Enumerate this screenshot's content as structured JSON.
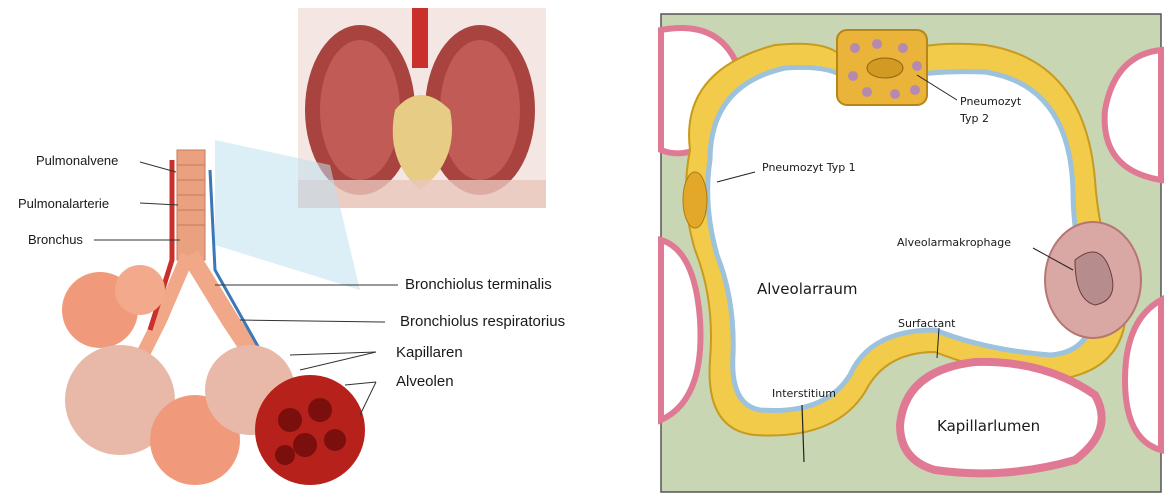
{
  "left_figure": {
    "labels": {
      "pulmonalvene": "Pulmonalvene",
      "pulmonalarterie": "Pulmonalarterie",
      "bronchus": "Bronchus",
      "bronchiolus_terminalis": "Bronchiolus terminalis",
      "bronchiolus_respiratorius": "Bronchiolus respiratorius",
      "kapillaren": "Kapillaren",
      "alveolen": "Alveolen"
    }
  },
  "right_figure": {
    "labels": {
      "pneumozyt_typ2_line1": "Pneumozyt",
      "pneumozyt_typ2_line2": "Typ 2",
      "pneumozyt_typ1": "Pneumozyt Typ 1",
      "alveolarmakrophage": "Alveolarmakrophage",
      "alveolarraum": "Alveolarraum",
      "surfactant": "Surfactant",
      "interstitium": "Interstitium",
      "kapillarlumen": "Kapillarlumen"
    }
  }
}
